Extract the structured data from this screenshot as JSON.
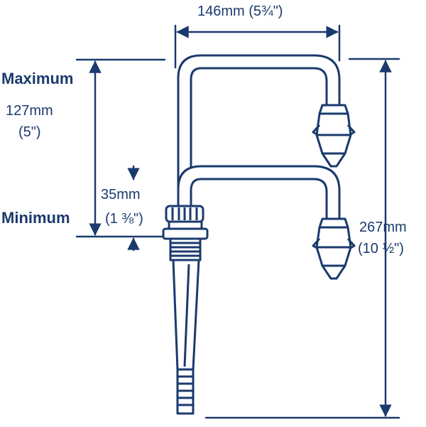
{
  "labels": {
    "width": "146mm (5¾\")",
    "max_title": "Maximum",
    "max_mm": "127mm",
    "max_in": "(5\")",
    "step_mm": "35mm",
    "step_in": "(1 ⅜\")",
    "min_title": "Minimum",
    "total_mm": "267mm",
    "total_in": "(10 ½\")"
  },
  "colors": {
    "ink": "#1a3a6e",
    "background": "#ffffff"
  }
}
